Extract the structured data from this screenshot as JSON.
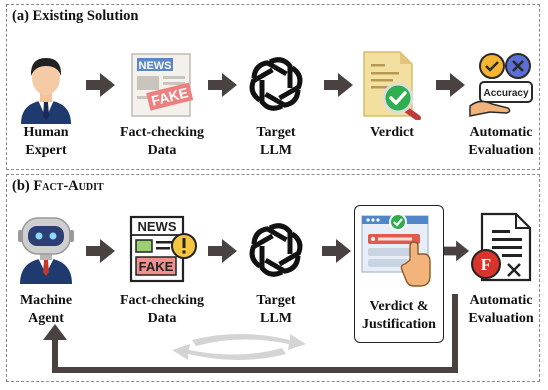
{
  "panel_a": {
    "title": "(a) Existing Solution",
    "nodes": [
      {
        "icon": "human-expert-icon",
        "label_lines": [
          "Human",
          "Expert"
        ]
      },
      {
        "icon": "fake-news-icon",
        "label_lines": [
          "Fact-checking",
          "Data"
        ]
      },
      {
        "icon": "llm-knot-icon",
        "label_lines": [
          "Target",
          "LLM"
        ]
      },
      {
        "icon": "verdict-document-icon",
        "label_lines": [
          "Verdict"
        ]
      },
      {
        "icon": "accuracy-icon",
        "label_lines": [
          "Automatic",
          "Evaluation"
        ]
      }
    ],
    "accuracy_text": "Accuracy"
  },
  "panel_b": {
    "title_prefix": "(b) ",
    "title_name": "Fact-Audit",
    "nodes": [
      {
        "icon": "robot-agent-icon",
        "label_lines": [
          "Machine",
          "Agent"
        ]
      },
      {
        "icon": "news-checking-icon",
        "label_lines": [
          "Fact-checking",
          "Data"
        ]
      },
      {
        "icon": "llm-knot-icon",
        "label_lines": [
          "Target",
          "LLM"
        ]
      },
      {
        "icon": "justification-screen-icon",
        "label_lines": [
          "Verdict &",
          "Justification"
        ]
      },
      {
        "icon": "evaluation-document-icon",
        "label_lines": [
          "Automatic",
          "Evaluation"
        ]
      }
    ],
    "news_text": "NEWS",
    "fake_text": "FAKE",
    "f_text": "F"
  },
  "icon_texts": {
    "news": "NEWS",
    "fake": "FAKE"
  },
  "colors": {
    "arrow": "#4a4240",
    "border": "#8a8a8a",
    "red": "#d9342b",
    "green": "#2eae4c",
    "blue": "#2a4a9a"
  }
}
